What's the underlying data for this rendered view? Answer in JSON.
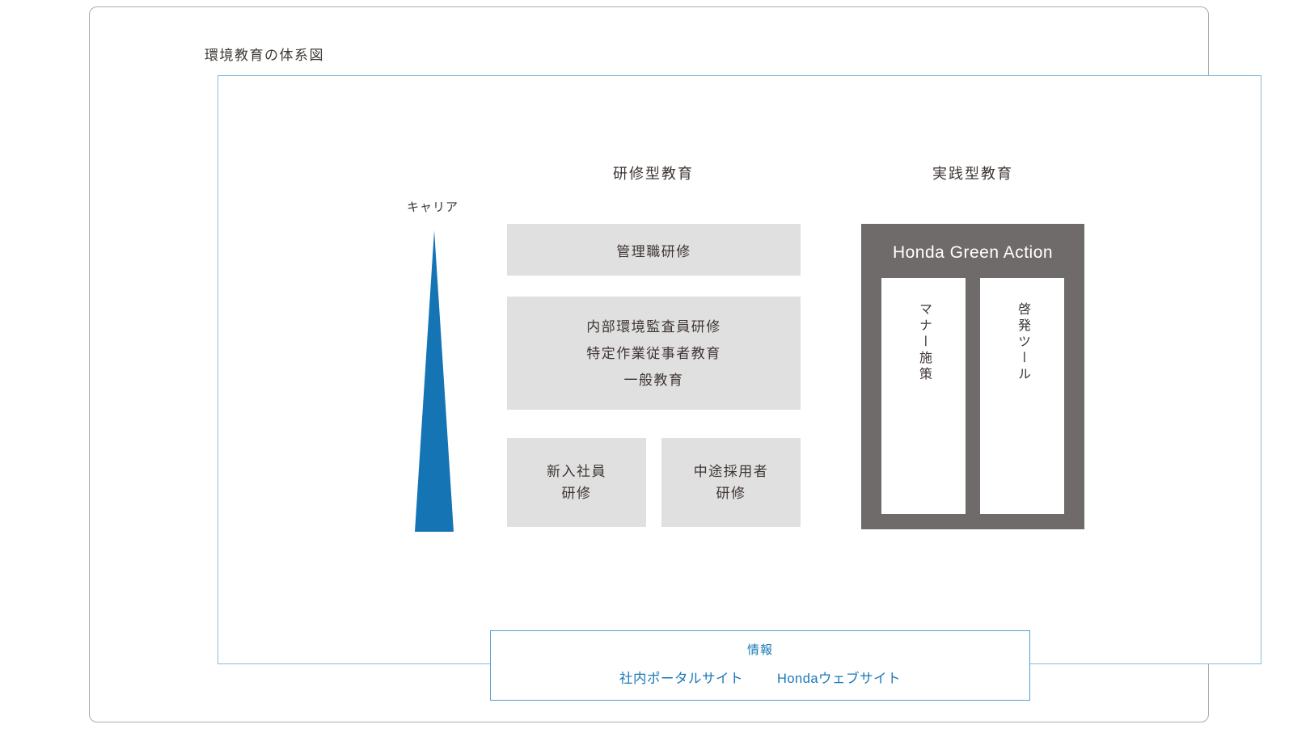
{
  "diagram": {
    "title": "環境教育の体系図",
    "career_axis": {
      "label": "キャリア",
      "arrow_icon": "upward-tapering-career-arrow"
    },
    "training": {
      "header": "研修型教育",
      "management_box": "管理職研修",
      "general_box_lines": [
        "内部環境監査員研修",
        "特定作業従事者教育",
        "一般教育"
      ],
      "new_hire_box_lines": [
        "新入社員",
        "研修"
      ],
      "mid_career_box_lines": [
        "中途採用者",
        "研修"
      ]
    },
    "practical": {
      "header": "実践型教育",
      "program_title": "Honda Green Action",
      "items": [
        "マナー施策",
        "啓発ツール"
      ]
    },
    "info": {
      "header": "情報",
      "links": [
        "社内ポータルサイト",
        "Hondaウェブサイト"
      ]
    }
  },
  "colors": {
    "text-dark": "#3e3633",
    "blue-shape": "#1474b4",
    "blue-text": "#1878b7",
    "inner-border": "#8abadb",
    "info-border": "#569dce",
    "card-border": "#ababab",
    "box-gray": "#e1e0e0",
    "box-dark": "#6f6b6a"
  }
}
